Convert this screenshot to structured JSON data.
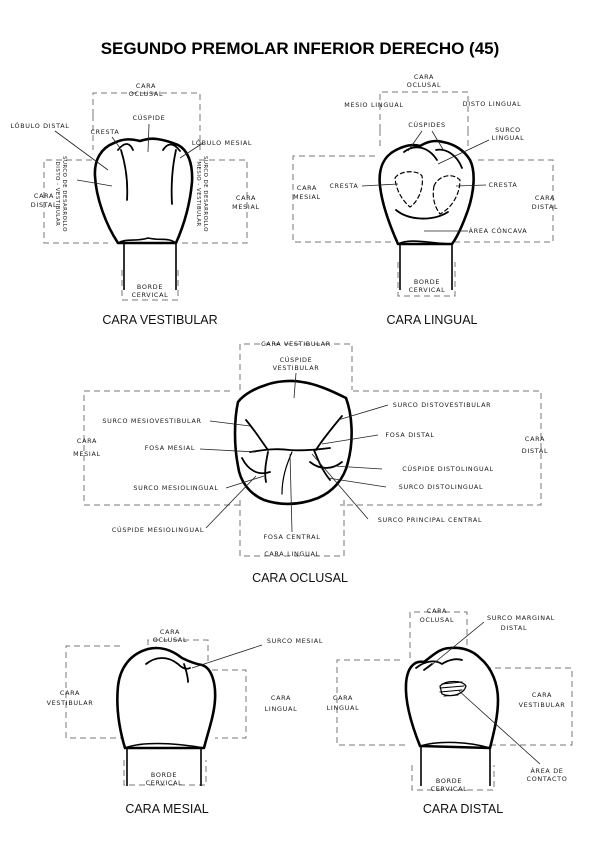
{
  "title": "SEGUNDO PREMOLAR INFERIOR DERECHO (45)",
  "vestibular": {
    "caption": "CARA VESTIBULAR",
    "cara_oclusal": [
      "CARA",
      "OCLUSAL"
    ],
    "cuspide": "CÚSPIDE",
    "lobulo_distal": "LÓBULO DISTAL",
    "cresta": "CRESTA",
    "lobulo_mesial": "LÓBULO MESIAL",
    "cara_distal": [
      "CARA",
      "DISTAL"
    ],
    "cara_mesial": [
      "CARA",
      "MESIAL"
    ],
    "surco_distal": [
      "SURCO DE DESARROLLO",
      "DISTO - VESTIBULAR"
    ],
    "surco_mesial": [
      "SURCO DE DESARROLLO",
      "MESIO - VESTIBULAR"
    ],
    "borde_cervical": [
      "BORDE",
      "CERVICAL"
    ]
  },
  "lingual": {
    "caption": "CARA LINGUAL",
    "cara_oclusal": [
      "CARA",
      "OCLUSAL"
    ],
    "mesio_lingual": "MESIO LINGUAL",
    "disto_lingual": "DISTO LINGUAL",
    "cuspides": "CÚSPIDES",
    "surco_lingual": [
      "SURCO",
      "LINGUAL"
    ],
    "cara_mesial": [
      "CARA",
      "MESIAL"
    ],
    "cresta_left": "CRESTA",
    "cresta_right": "CRESTA",
    "cara_distal": [
      "CARA",
      "DISTAL"
    ],
    "area_concava": "ÁREA CÓNCAVA",
    "borde_cervical": [
      "BORDE",
      "CERVICAL"
    ]
  },
  "oclusal": {
    "caption": "CARA OCLUSAL",
    "cara_vestibular_top": "CARA VESTIBULAR",
    "cuspide_vestibular": [
      "CÚSPIDE",
      "VESTIBULAR"
    ],
    "surco_mesiovestibular": "SURCO MESIOVESTIBULAR",
    "surco_distovestibular": "SURCO DISTOVESTIBULAR",
    "fosa_distal": "FOSA DISTAL",
    "cara_mesial": [
      "CARA",
      "MESIAL"
    ],
    "cara_distal": [
      "CARA",
      "DISTAL"
    ],
    "fosa_mesial": "FOSA MESIAL",
    "cuspide_distolingual": "CÚSPIDE DISTOLINGUAL",
    "surco_mesiolingual": "SURCO MESIOLINGUAL",
    "surco_distolingual": "SURCO DISTOLINGUAL",
    "surco_principal_central": "SURCO PRINCIPAL CENTRAL",
    "cuspide_mesiolingual": "CÚSPIDE MESIOLINGUAL",
    "fosa_central": "FOSA CENTRAL",
    "cara_lingual_bottom": "CARA LINGUAL"
  },
  "mesial": {
    "caption": "CARA MESIAL",
    "cara_oclusal": [
      "CARA",
      "OCLUSAL"
    ],
    "surco_mesial": "SURCO MESIAL",
    "cara_vestibular": [
      "CARA",
      "VESTIBULAR"
    ],
    "cara_lingual": [
      "CARA",
      "LINGUAL"
    ],
    "borde_cervical": [
      "BORDE",
      "CERVICAL"
    ]
  },
  "distal": {
    "caption": "CARA DISTAL",
    "cara_oclusal": [
      "CARA",
      "OCLUSAL"
    ],
    "surco_marginal_distal": [
      "SURCO MARGINAL",
      "DISTAL"
    ],
    "cara_lingual": [
      "CARA",
      "LINGUAL"
    ],
    "cara_vestibular": [
      "CARA",
      "VESTIBULAR"
    ],
    "area_contacto": [
      "ÁREA DE",
      "CONTACTO"
    ],
    "borde_cervical": [
      "BORDE",
      "CERVICAL"
    ]
  }
}
